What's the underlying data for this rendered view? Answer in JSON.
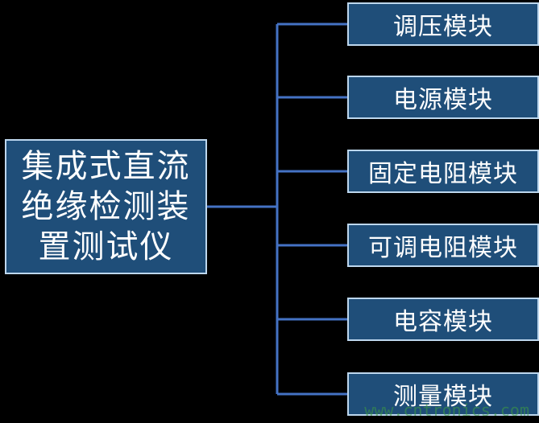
{
  "diagram": {
    "root": {
      "label": "集成式直流绝缘检测装置测试仪"
    },
    "children": [
      {
        "label": "调压模块"
      },
      {
        "label": "电源模块"
      },
      {
        "label": "固定电阻模块"
      },
      {
        "label": "可调电阻模块"
      },
      {
        "label": "电容模块"
      },
      {
        "label": "测量模块"
      }
    ],
    "colors": {
      "background": "#000000",
      "box_fill": "#1F4E79",
      "box_border": "#BDD7EE",
      "connector": "#4472C4",
      "text": "#FFFFFF"
    }
  },
  "watermark": {
    "text": "www.cntronics.com"
  }
}
